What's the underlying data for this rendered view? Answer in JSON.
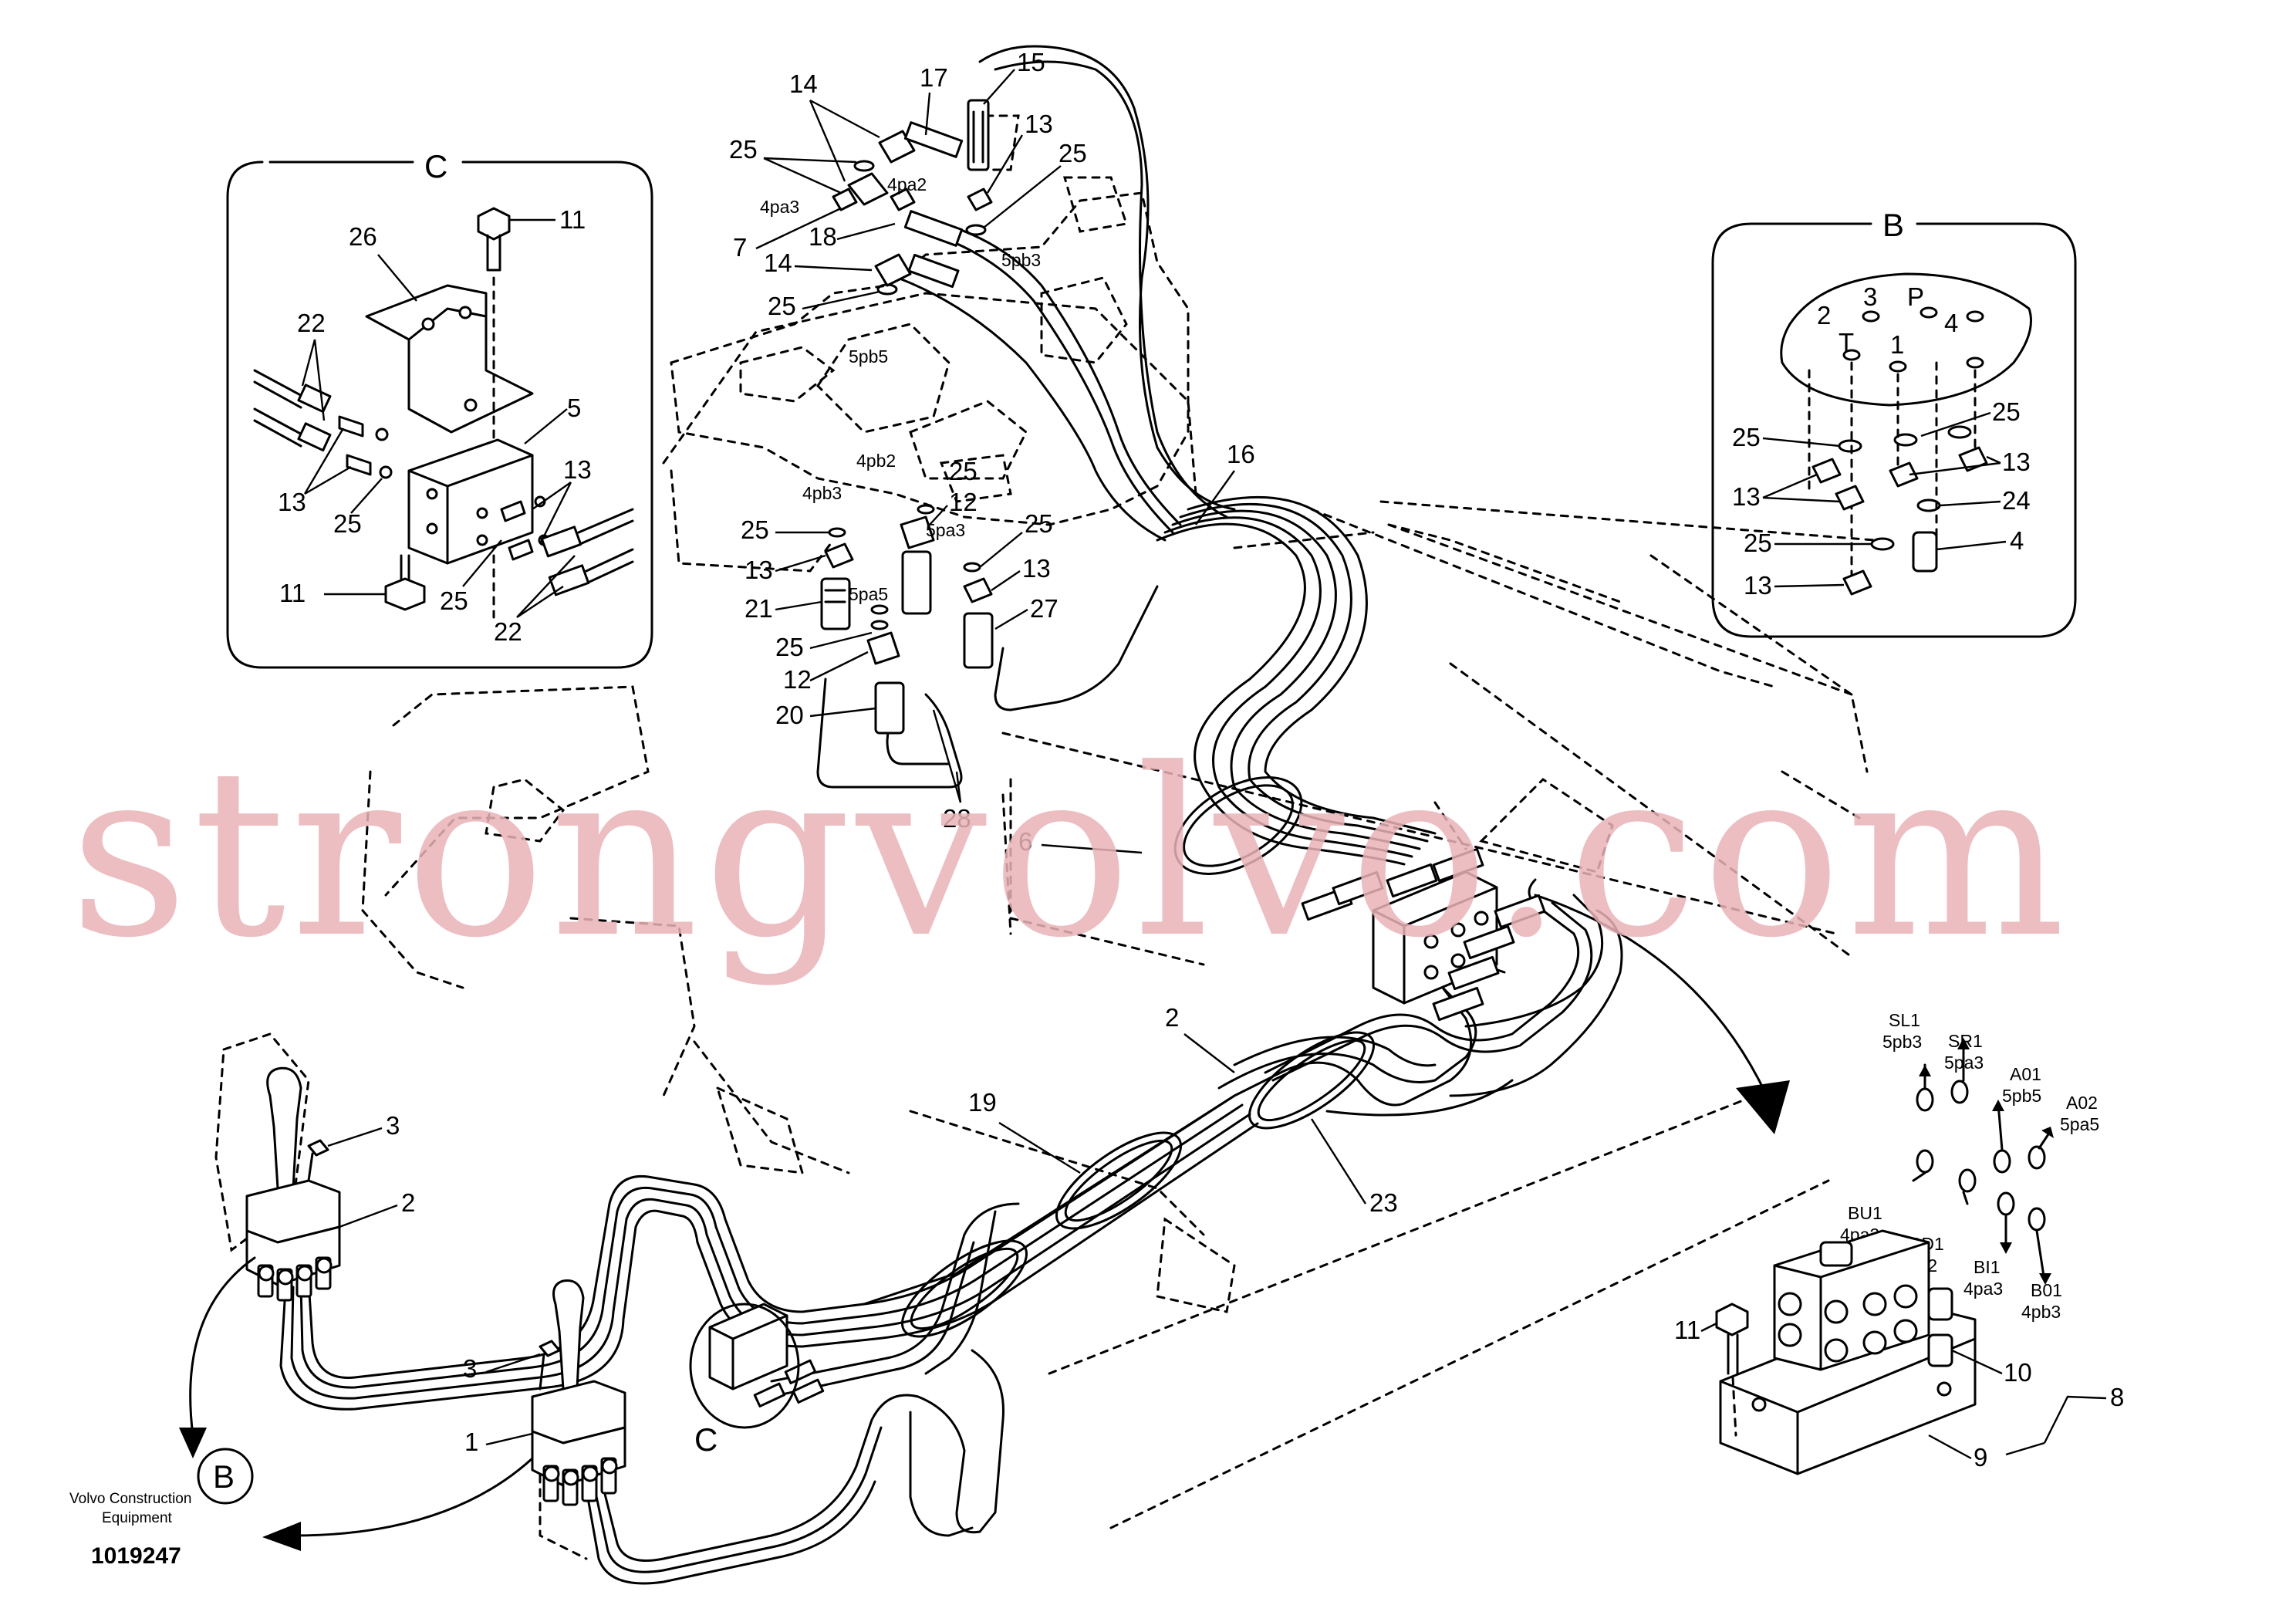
{
  "watermark": "strongvolvo.com",
  "publisher": {
    "name_line1": "Volvo Construction",
    "name_line2": "Equipment",
    "drawing_number": "1019247"
  },
  "detail_c": {
    "title": "C",
    "labels": {
      "l11a": "11",
      "l26": "26",
      "l22a": "22",
      "l5": "5",
      "l13a": "13",
      "l13b": "13",
      "l25a": "25",
      "l25b": "25",
      "l11b": "11",
      "l22b": "22"
    }
  },
  "detail_b": {
    "title": "B",
    "port_labels": {
      "p2": "2",
      "p3": "3",
      "pP": "P",
      "pT": "T",
      "p1": "1",
      "p4": "4"
    },
    "labels": {
      "l25a": "25",
      "l25b": "25",
      "l13a": "13",
      "l13b": "13",
      "l24": "24",
      "l25c": "25",
      "l4": "4",
      "l13c": "13"
    }
  },
  "valve_area": {
    "labels": {
      "l14a": "14",
      "l17": "17",
      "l15": "15",
      "l25a": "25",
      "l13a": "13",
      "l25b": "25",
      "l7": "7",
      "l18": "18",
      "l14b": "14",
      "l25c": "25",
      "l16": "16",
      "l25d": "25",
      "l12a": "12",
      "l25e": "25",
      "l13b": "13",
      "l21": "21",
      "l13c": "13",
      "l27": "27",
      "l25f": "25",
      "l12b": "12",
      "l20": "20",
      "l28": "28"
    },
    "ports": {
      "p4pa3": "4pa3",
      "p4pa2": "4pa2",
      "p5pb3": "5pb3",
      "p5pb5": "5pb5",
      "p4pb2": "4pb2",
      "p4pb3": "4pb3",
      "p5pa3": "5pa3",
      "p5pa5": "5pa5"
    }
  },
  "main": {
    "labels": {
      "l6": "6",
      "l2a": "2",
      "l19": "19",
      "l23": "23",
      "l3a": "3",
      "l2b": "2",
      "l3b": "3",
      "l1": "1",
      "lC": "C",
      "lB": "B"
    }
  },
  "block_view": {
    "ports": [
      {
        "code": "SL1",
        "port": "5pb3"
      },
      {
        "code": "SR1",
        "port": "5pa3"
      },
      {
        "code": "A01",
        "port": "5pb5"
      },
      {
        "code": "A02",
        "port": "5pa5"
      },
      {
        "code": "BU1",
        "port": "4pa2"
      },
      {
        "code": "BD1",
        "port": "4pb2"
      },
      {
        "code": "BI1",
        "port": "4pa3"
      },
      {
        "code": "B01",
        "port": "4pb3"
      }
    ],
    "labels": {
      "l11": "11",
      "l10": "10",
      "l8": "8",
      "l9": "9"
    }
  }
}
